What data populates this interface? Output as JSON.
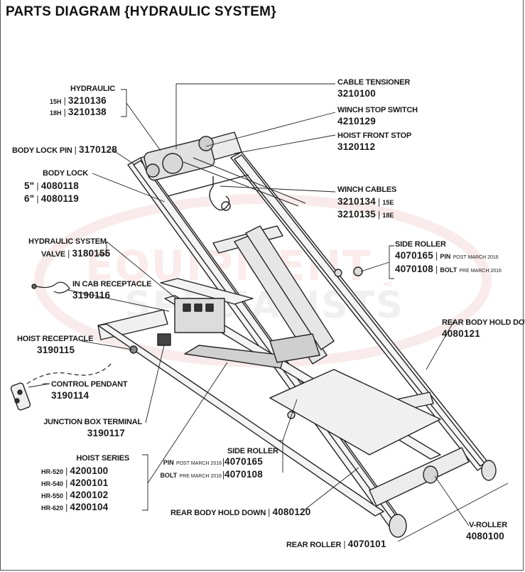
{
  "title": "PARTS DIAGRAM {HYDRAULIC SYSTEM}",
  "watermark": {
    "line1": "EQUIPMENT",
    "line2": "SPECIALISTS",
    "mark": "INC"
  },
  "labels": {
    "hydraulic": {
      "name": "HYDRAULIC",
      "rows": [
        {
          "variant": "15H",
          "part": "3210136"
        },
        {
          "variant": "18H",
          "part": "3210138"
        }
      ]
    },
    "body_lock_pin": {
      "name": "BODY LOCK PIN",
      "part": "3170128"
    },
    "body_lock": {
      "name": "BODY LOCK",
      "rows": [
        {
          "variant": "5\"",
          "part": "4080118"
        },
        {
          "variant": "6\"",
          "part": "4080119"
        }
      ]
    },
    "hydraulic_valve": {
      "name1": "HYDRAULIC SYSTEM",
      "name2": "VALVE",
      "part": "3180155"
    },
    "in_cab": {
      "name": "IN CAB RECEPTACLE",
      "part": "3190116"
    },
    "hoist_receptacle": {
      "name": "HOIST RECEPTACLE",
      "part": "3190115"
    },
    "control_pendant": {
      "name": "CONTROL PENDANT",
      "part": "3190114"
    },
    "junction_box": {
      "name": "JUNCTION BOX TERMINAL",
      "part": "3190117"
    },
    "hoist_series": {
      "name": "HOIST SERIES",
      "rows": [
        {
          "variant": "HR-520",
          "part": "4200100"
        },
        {
          "variant": "HR-540",
          "part": "4200101"
        },
        {
          "variant": "HR-550",
          "part": "4200102"
        },
        {
          "variant": "HR-620",
          "part": "4200104"
        }
      ]
    },
    "cable_tensioner": {
      "name": "CABLE TENSIONER",
      "part": "3210100"
    },
    "winch_stop": {
      "name": "WINCH STOP SWITCH",
      "part": "4210129"
    },
    "hoist_front_stop": {
      "name": "HOIST FRONT STOP",
      "part": "3120112"
    },
    "winch_cables": {
      "name": "WINCH CABLES",
      "rows": [
        {
          "part": "3210134",
          "variant": "15E"
        },
        {
          "part": "3210135",
          "variant": "18E"
        }
      ]
    },
    "side_roller_top": {
      "name": "SIDE ROLLER",
      "rows": [
        {
          "part": "4070165",
          "kind": "PIN",
          "note": "POST MARCH 2016"
        },
        {
          "part": "4070108",
          "kind": "BOLT",
          "note": "PRE MARCH 2016"
        }
      ]
    },
    "rear_body_hold_down_right": {
      "name": "REAR BODY HOLD DOWN",
      "part": "4080121"
    },
    "side_roller_bottom": {
      "name": "SIDE ROLLER",
      "rows": [
        {
          "kind": "PIN",
          "note": "POST MARCH 2016",
          "part": "4070165"
        },
        {
          "kind": "BOLT",
          "note": "PRE MARCH 2016",
          "part": "4070108"
        }
      ]
    },
    "rear_body_hold_down_bottom": {
      "name": "REAR BODY HOLD DOWN",
      "part": "4080120"
    },
    "rear_roller": {
      "name": "REAR ROLLER",
      "part": "4070101"
    },
    "v_roller": {
      "name": "V-ROLLER",
      "part": "4080100"
    }
  }
}
